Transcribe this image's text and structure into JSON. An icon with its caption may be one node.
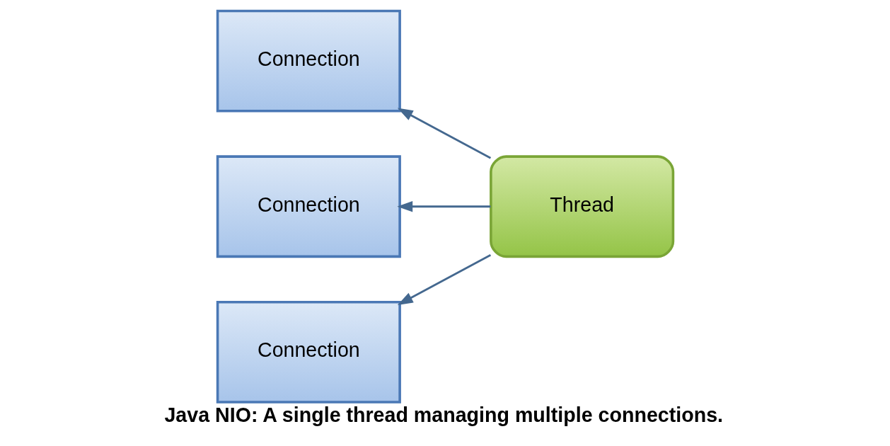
{
  "diagram": {
    "caption": "Java NIO: A single thread managing multiple connections.",
    "nodes": [
      {
        "text": [
          "Connection"
        ]
      },
      {
        "text": [
          "Connection"
        ]
      },
      {
        "text": [
          "Connection"
        ]
      },
      {
        "text": [
          "Thread"
        ]
      }
    ],
    "edges": [
      {
        "from": 3,
        "to": 0,
        "arrow": "to"
      },
      {
        "from": 3,
        "to": 1,
        "arrow": "to"
      },
      {
        "from": 3,
        "to": 2,
        "arrow": "to"
      }
    ]
  }
}
